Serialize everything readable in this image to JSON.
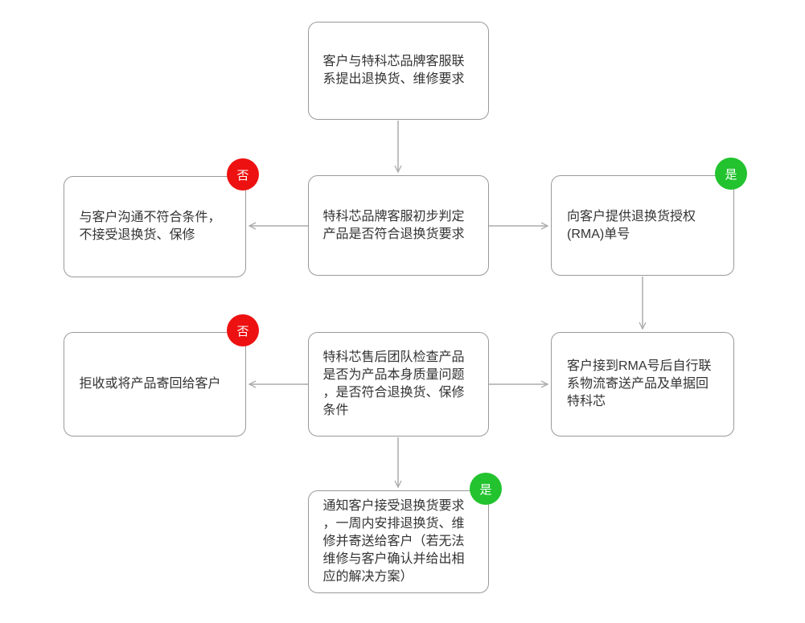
{
  "diagram": {
    "type": "flowchart",
    "background": "#ffffff",
    "colors": {
      "node_border": "#999999",
      "connector": "#ababab",
      "badge_no": "#ee1111",
      "badge_yes": "#22c32e",
      "badge_text": "#ffffff",
      "text": "#333333"
    },
    "nodes": {
      "start": {
        "text": "客户与特科芯品牌客服联系提出退换货、维修要求"
      },
      "judge": {
        "text": "特科芯品牌客服初步判定产品是否符合退换货要求"
      },
      "reject_communicate": {
        "text": "与客户沟通不符合条件，不接受退换货、保修",
        "badge": "否"
      },
      "provide_rma": {
        "text": "向客户提供退换货授权(RMA)单号",
        "badge": "是"
      },
      "customer_ship": {
        "text": "客户接到RMA号后自行联系物流寄送产品及单据回特科芯"
      },
      "inspect": {
        "text": "特科芯售后团队检查产品是否为产品本身质量问题，是否符合退换货、保修条件"
      },
      "reject_receive": {
        "text": "拒收或将产品寄回给客户",
        "badge": "否"
      },
      "accept": {
        "text": "通知客户接受退换货要求，一周内安排退换货、维修并寄送给客户（若无法维修与客户确认并给出相应的解决方案）",
        "badge": "是"
      }
    },
    "edges": [
      {
        "from": "start",
        "to": "judge"
      },
      {
        "from": "judge",
        "to": "reject_communicate",
        "label": "否"
      },
      {
        "from": "judge",
        "to": "provide_rma",
        "label": "是"
      },
      {
        "from": "provide_rma",
        "to": "customer_ship"
      },
      {
        "from": "inspect",
        "to": "customer_ship"
      },
      {
        "from": "inspect",
        "to": "reject_receive",
        "label": "否"
      },
      {
        "from": "inspect",
        "to": "accept",
        "label": "是"
      }
    ]
  }
}
